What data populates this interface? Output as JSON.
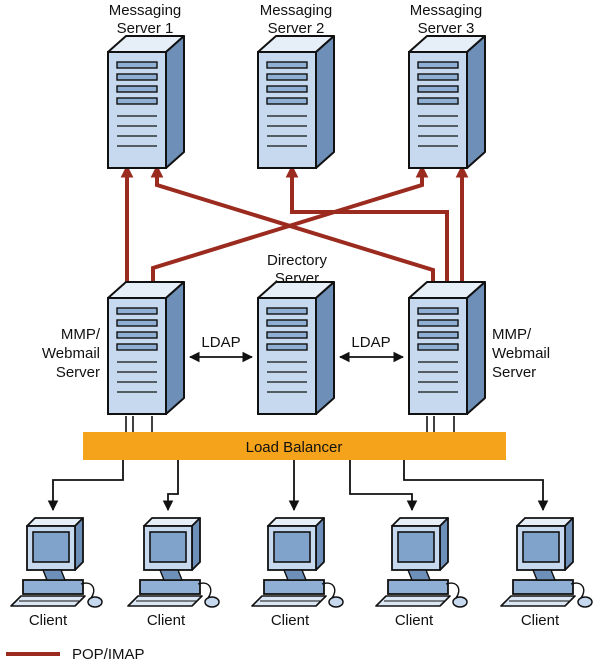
{
  "servers": {
    "messaging_1": {
      "line1": "Messaging",
      "line2": "Server 1"
    },
    "messaging_2": {
      "line1": "Messaging",
      "line2": "Server 2"
    },
    "messaging_3": {
      "line1": "Messaging",
      "line2": "Server 3"
    },
    "directory": {
      "line1": "Directory",
      "line2": "Server"
    },
    "mmp_left": {
      "line1": "MMP/",
      "line2": "Webmail",
      "line3": "Server"
    },
    "mmp_right": {
      "line1": "MMP/",
      "line2": "Webmail",
      "line3": "Server"
    }
  },
  "links": {
    "ldap_left": "LDAP",
    "ldap_right": "LDAP"
  },
  "load_balancer": {
    "label": "Load Balancer"
  },
  "clients": [
    "Client",
    "Client",
    "Client",
    "Client",
    "Client"
  ],
  "legend": {
    "pop_imap": "POP/IMAP"
  },
  "colors": {
    "pop_imap_line": "#9b2a1f",
    "load_balancer": "#f5a31a",
    "server_front": "#c6d9ee",
    "server_side": "#6d8fb8",
    "outline": "#111111"
  }
}
